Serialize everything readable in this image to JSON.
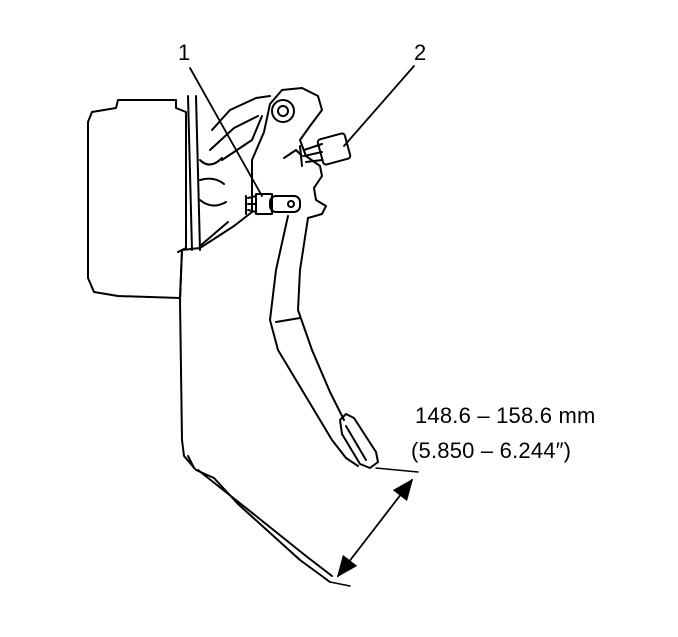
{
  "callouts": {
    "item_1": "1",
    "item_2": "2"
  },
  "dimension": {
    "metric": "148.6 – 158.6 mm",
    "imperial": "(5.850 – 6.244″)"
  },
  "colors": {
    "line": "#000000",
    "background": "#ffffff"
  }
}
